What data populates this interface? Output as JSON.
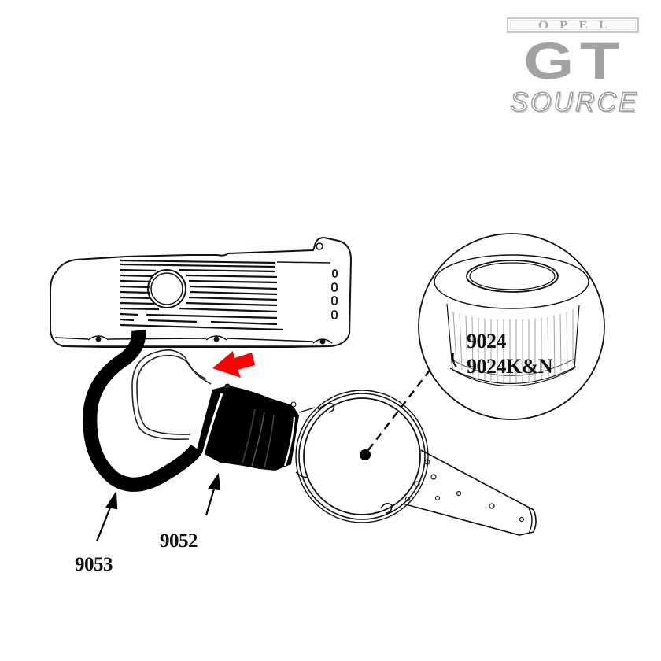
{
  "logo": {
    "brand_top": "OPEL",
    "brand_main": "GT",
    "brand_sub": "SOURCE",
    "color": "#a2a2a2"
  },
  "diagram": {
    "type": "exploded-parts-illustration",
    "components": [
      {
        "id": "valve-cover",
        "description": "Finned engine valve cover with oil filler cap"
      },
      {
        "id": "breather-hose",
        "part_number": "9053",
        "description": "Black curved breather hose from valve cover"
      },
      {
        "id": "intake-boot",
        "part_number": "9052",
        "description": "Ribbed black rubber intake boot with clamps"
      },
      {
        "id": "air-cleaner-housing",
        "description": "Round air cleaner housing with mounting bracket"
      },
      {
        "id": "air-filter-element",
        "part_numbers": [
          "9024",
          "9024K&N"
        ],
        "description": "Pleated air filter element (callout circle)"
      }
    ],
    "highlight_arrow": {
      "color": "#ff0000",
      "points_to": "intake-boot upper clamp / breather tube connection"
    }
  },
  "labels": {
    "hose": "9053",
    "boot": "9052",
    "filter_1": "9024",
    "filter_2": "9024K&N"
  },
  "colors": {
    "ink": "#111111",
    "accent_arrow": "#ff0000",
    "logo_gray": "#a2a2a2",
    "background": "#ffffff"
  }
}
